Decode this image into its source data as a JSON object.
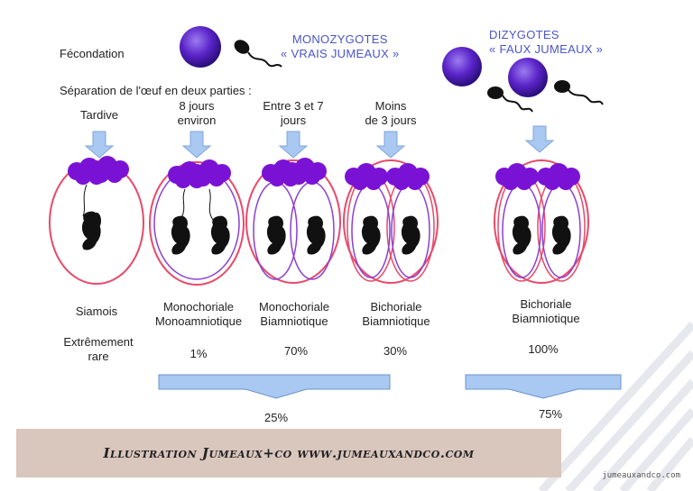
{
  "labels": {
    "fecondation": "Fécondation",
    "separation": "Séparation de l'œuf en deux parties :",
    "mono_title_1": "MONOZYGOTES",
    "mono_title_2": "« VRAIS JUMEAUX »",
    "di_title_1": "DIZYGOTES",
    "di_title_2": "« FAUX JUMEAUX »"
  },
  "columns": [
    {
      "timing": [
        "Tardive"
      ],
      "type": [
        "Siamois"
      ],
      "frequency": [
        "Extrêmement",
        "rare"
      ]
    },
    {
      "timing": [
        "8 jours",
        "environ"
      ],
      "type": [
        "Monochoriale",
        "Monoamniotique"
      ],
      "frequency": [
        "1%"
      ]
    },
    {
      "timing": [
        "Entre 3 et 7",
        "jours"
      ],
      "type": [
        "Monochoriale",
        "Biamniotique"
      ],
      "frequency": [
        "70%"
      ]
    },
    {
      "timing": [
        "Moins",
        "de 3 jours"
      ],
      "type": [
        "Bichoriale",
        "Biamniotique"
      ],
      "frequency": [
        "30%"
      ]
    },
    {
      "timing": [],
      "type": [
        "Bichoriale",
        "Biamniotique"
      ],
      "frequency": [
        "100%"
      ]
    }
  ],
  "totals": {
    "mono": "25%",
    "di": "75%"
  },
  "banner": "Illustration Jumeaux+co   www.jumeauxandco.com",
  "watermark": "jumeauxandco.com",
  "colors": {
    "purple": "#7a12d6",
    "ring": "#e84a6a",
    "amnion": "#8a3fd4",
    "arrow": "#a9c8f2",
    "title": "#4a55c8",
    "banner": "#d9c6bd"
  }
}
